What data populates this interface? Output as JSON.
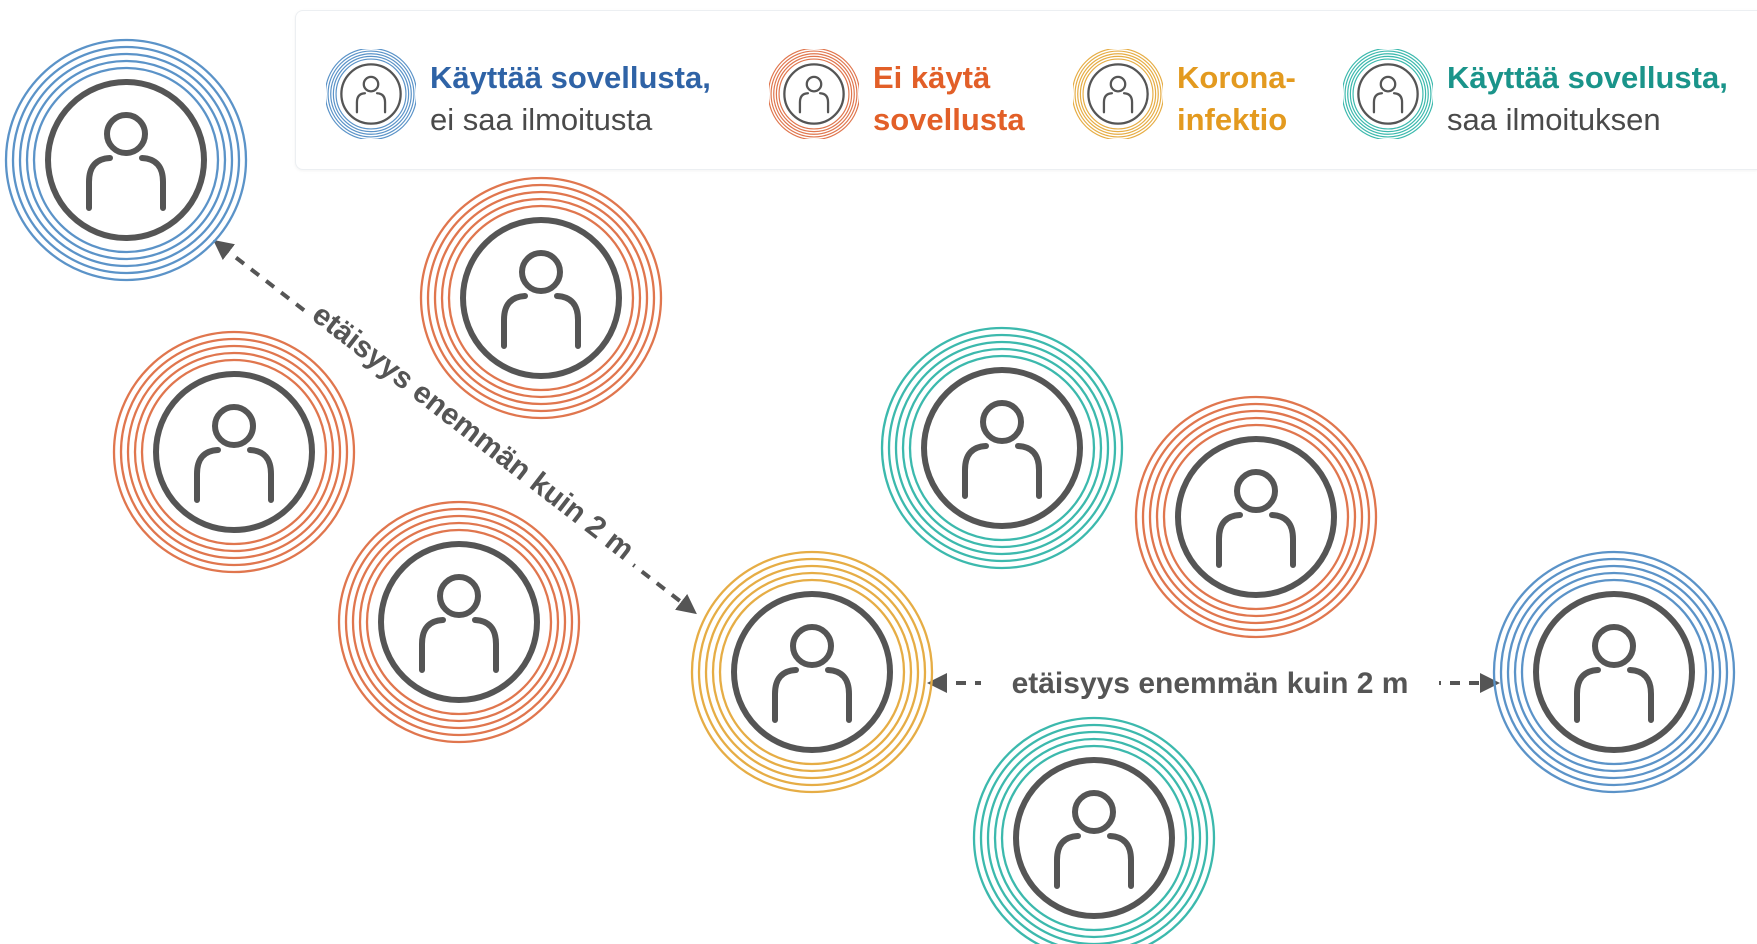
{
  "colors": {
    "blue": "#5b93c8",
    "orange": "#e0764e",
    "yellow": "#e6ad45",
    "teal": "#3cb9ad",
    "ink": "#555555",
    "blue_text": "#2f63a6",
    "orange_text": "#e25f28",
    "yellow_text": "#e39a1f",
    "teal_text": "#1a948a"
  },
  "legend": [
    {
      "key": "blue",
      "line1": "Käyttää sovellusta,",
      "line2": "ei saa ilmoitusta"
    },
    {
      "key": "orange",
      "line1": "Ei käytä",
      "line2": "sovellusta"
    },
    {
      "key": "yellow",
      "line1": "Korona-",
      "line2": "infektio"
    },
    {
      "key": "teal",
      "line1": "Käyttää sovellusta,",
      "line2": "saa ilmoituksen"
    }
  ],
  "people": [
    {
      "id": "top-left",
      "status": "blue"
    },
    {
      "id": "upper-middle",
      "status": "orange"
    },
    {
      "id": "left-middle",
      "status": "orange"
    },
    {
      "id": "lower-left",
      "status": "orange"
    },
    {
      "id": "center",
      "status": "yellow"
    },
    {
      "id": "center-upper",
      "status": "teal"
    },
    {
      "id": "center-right",
      "status": "orange"
    },
    {
      "id": "bottom-center",
      "status": "teal"
    },
    {
      "id": "right",
      "status": "blue"
    }
  ],
  "distance_labels": {
    "diagonal": "etäisyys enemmän kuin 2 m",
    "horizontal": "etäisyys enemmän kuin 2 m"
  }
}
